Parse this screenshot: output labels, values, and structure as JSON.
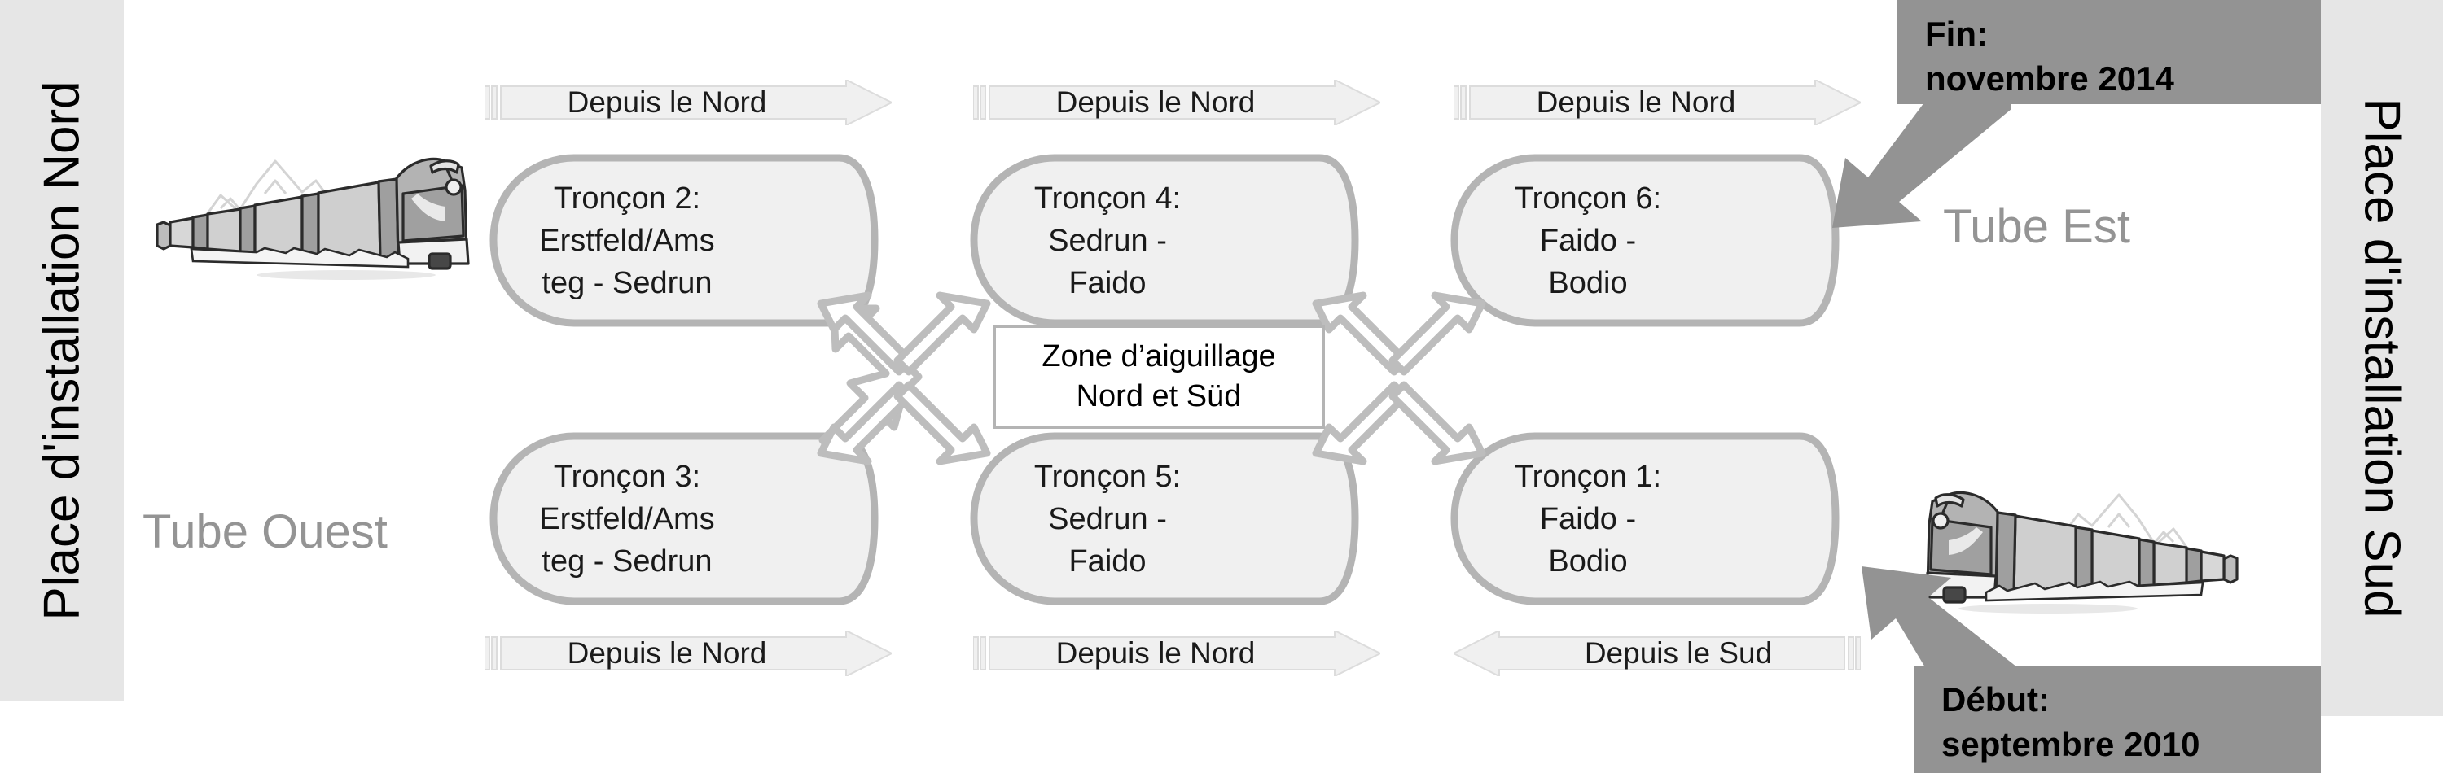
{
  "bands": {
    "left": {
      "label": "Place d'installation Nord"
    },
    "right": {
      "label": "Place d'installation  Sud"
    }
  },
  "tube_labels": {
    "east": "Tube Est",
    "west": "Tube Ouest"
  },
  "switch_zone": {
    "line1": "Zone d’aiguillage",
    "line2": "Nord et Süd"
  },
  "callouts": {
    "end": {
      "line1": "Fin:",
      "line2": "novembre 2014"
    },
    "start": {
      "line1": "Début:",
      "line2": "septembre 2010"
    }
  },
  "direction_flags": {
    "top": [
      {
        "label": "Depuis le Nord",
        "dir": "right"
      },
      {
        "label": "Depuis le Nord",
        "dir": "right"
      },
      {
        "label": "Depuis le Nord",
        "dir": "right"
      }
    ],
    "bottom": [
      {
        "label": "Depuis le Nord",
        "dir": "right"
      },
      {
        "label": "Depuis le Nord",
        "dir": "right"
      },
      {
        "label": "Depuis le Sud",
        "dir": "left"
      }
    ]
  },
  "tubes": {
    "east_row": [
      {
        "title": "Tronçon 2:",
        "line2": "Erstfeld/Ams",
        "line3": "teg  - Sedrun"
      },
      {
        "title": "Tronçon 4:",
        "line2": "Sedrun -",
        "line3": "Faido"
      },
      {
        "title": "Tronçon 6:",
        "line2": "Faido -",
        "line3": "Bodio"
      }
    ],
    "west_row": [
      {
        "title": "Tronçon 3:",
        "line2": "Erstfeld/Ams",
        "line3": "teg - Sedrun"
      },
      {
        "title": "Tronçon 5:",
        "line2": "Sedrun -",
        "line3": "Faido"
      },
      {
        "title": "Tronçon 1:",
        "line2": "Faido  -",
        "line3": "Bodio"
      }
    ]
  },
  "icons": {
    "train_north": "train-icon",
    "train_south": "train-icon",
    "crossover_left": "crossover-arrows-icon",
    "crossover_right": "crossover-arrows-icon"
  },
  "colors": {
    "band_bg": "#e6e6e6",
    "tube_fill": "#f0f0f0",
    "tube_stroke": "#b4b4b4",
    "callout_bg": "#939393",
    "tube_label_text": "#949494",
    "flag_fill": "#f0f0f0",
    "flag_stroke": "#dcdcdc"
  }
}
